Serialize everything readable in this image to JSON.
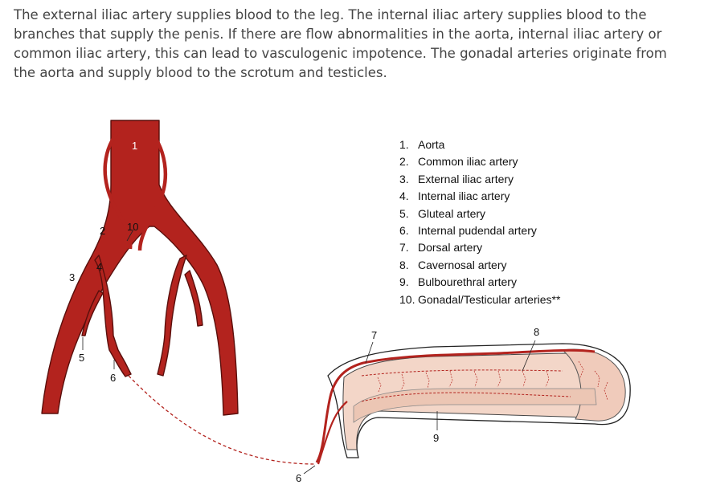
{
  "intro_text": "The external iliac artery supplies blood to the leg. The internal iliac artery supplies blood to the branches that supply the penis. If there are flow abnormalities in the aorta, internal iliac artery or common iliac artery, this can lead to vasculogenic impotence. The gonadal arteries originate from the aorta and supply blood to the scrotum and testicles.",
  "diagram_labels": {
    "l1": "1",
    "l2": "2",
    "l3": "3",
    "l4": "4",
    "l5": "5",
    "l6a": "6",
    "l6b": "6",
    "l7": "7",
    "l8": "8",
    "l9": "9",
    "l10": "10"
  },
  "legend": [
    {
      "num": "1.",
      "label": "Aorta"
    },
    {
      "num": "2.",
      "label": "Common iliac artery"
    },
    {
      "num": "3.",
      "label": "External iliac artery"
    },
    {
      "num": "4.",
      "label": "Internal iliac artery"
    },
    {
      "num": "5.",
      "label": "Gluteal artery"
    },
    {
      "num": "6.",
      "label": "Internal pudendal artery"
    },
    {
      "num": "7.",
      "label": "Dorsal artery"
    },
    {
      "num": "8.",
      "label": "Cavernosal artery"
    },
    {
      "num": "9.",
      "label": "Bulbourethral artery"
    },
    {
      "num": "10.",
      "label": "Gonadal/Testicular arteries**"
    }
  ],
  "colors": {
    "artery": "#b3231e",
    "artery_outline": "#5a0f0c",
    "tissue": "#f3d6c8",
    "text": "#444444"
  }
}
